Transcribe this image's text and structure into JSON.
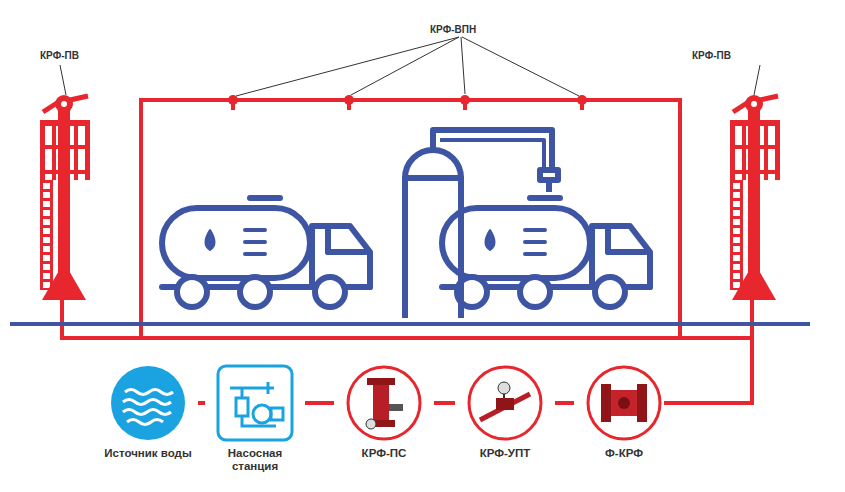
{
  "diagram": {
    "nodes": [
      {
        "text": [
          "Источник воды"
        ]
      },
      {
        "text": [
          "Насосная станция"
        ]
      },
      {
        "text": [
          "КРФ-ПС"
        ]
      },
      {
        "text": [
          "КРФ-УПТ"
        ]
      },
      {
        "text": [
          "Ф-КРФ"
        ]
      }
    ],
    "edges": [
      {
        "from": 0,
        "to": 1,
        "arrow": "none"
      },
      {
        "from": 1,
        "to": 2,
        "arrow": "none"
      },
      {
        "from": 2,
        "to": 3,
        "arrow": "none"
      },
      {
        "from": 3,
        "to": 4,
        "arrow": "none"
      }
    ],
    "labels": [
      "КРФ-ПВ",
      "КРФ-ВПН",
      "КРФ-ПВ"
    ]
  }
}
